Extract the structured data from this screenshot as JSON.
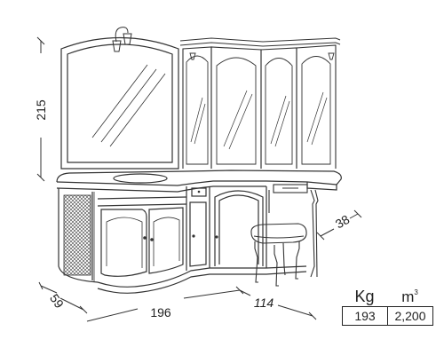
{
  "dimensions": {
    "height": "215",
    "depth_left": "59",
    "width_main": "196",
    "width_side": "114",
    "depth_right": "38"
  },
  "specs": {
    "weight_header": "Kg",
    "volume_header": "m",
    "volume_exponent": "3",
    "weight_value": "193",
    "volume_value": "2,200"
  },
  "colors": {
    "line": "#333333",
    "text": "#222222",
    "background": "#ffffff"
  }
}
